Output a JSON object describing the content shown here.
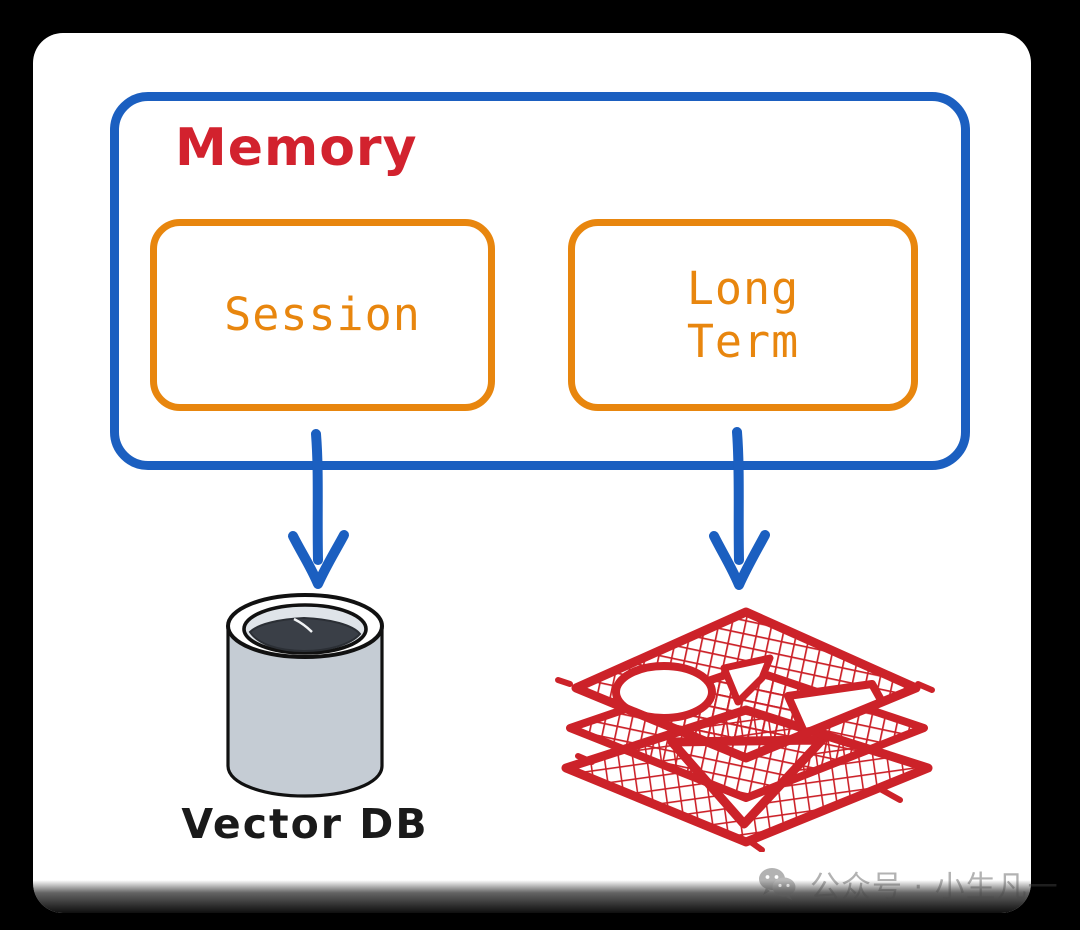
{
  "canvas": {
    "background": "#000000",
    "card_background": "#ffffff"
  },
  "colors": {
    "blue": "#1b5fc0",
    "orange": "#e8860e",
    "red_title": "#d2222e",
    "red_mesh": "#cc2229",
    "cylinder_body": "#c5ccd4",
    "cylinder_opening": "#3a3f47",
    "label_text": "#1a1a1a"
  },
  "memory": {
    "title": "Memory",
    "boxes": [
      {
        "id": "session",
        "label": "Session"
      },
      {
        "id": "long-term",
        "label": "Long\nTerm"
      }
    ]
  },
  "stores": [
    {
      "id": "vector-db",
      "label": "Vector DB",
      "icon": "cylinder-database-icon",
      "from": "session"
    },
    {
      "id": "knowledge-graph",
      "label": "",
      "icon": "layered-mesh-graph-icon",
      "from": "long-term"
    }
  ],
  "arrows": [
    {
      "id": "session-to-vector-db",
      "direction": "down"
    },
    {
      "id": "long-term-to-knowledge-graph",
      "direction": "down"
    }
  ],
  "watermark": {
    "icon": "wechat-icon",
    "text": "公众号 · 小生凡一"
  }
}
